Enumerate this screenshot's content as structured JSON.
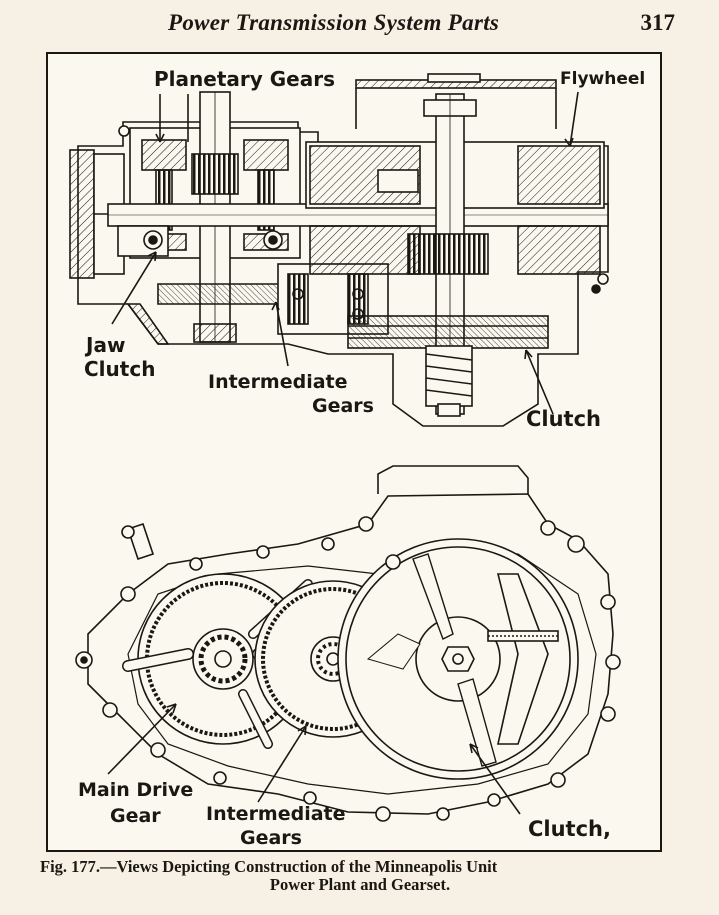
{
  "page": {
    "running_title": "Power Transmission System Parts",
    "page_number": "317"
  },
  "figure": {
    "top_view_labels": {
      "planetary_gears": "Planetary Gears",
      "flywheel": "Flywheel",
      "jaw_clutch_line1": "Jaw",
      "jaw_clutch_line2": "Clutch",
      "intermediate_gears_line1": "Intermediate",
      "intermediate_gears_line2": "Gears",
      "clutch": "Clutch"
    },
    "bottom_view_labels": {
      "main_drive_gear_line1": "Main Drive",
      "main_drive_gear_line2": "Gear",
      "intermediate_gears_line1": "Intermediate",
      "intermediate_gears_line2": "Gears",
      "clutch": "Clutch,"
    }
  },
  "caption": {
    "line1": "Fig. 177.—Views Depicting Construction of the Minneapolis Unit",
    "line2": "Power Plant and Gearset."
  }
}
